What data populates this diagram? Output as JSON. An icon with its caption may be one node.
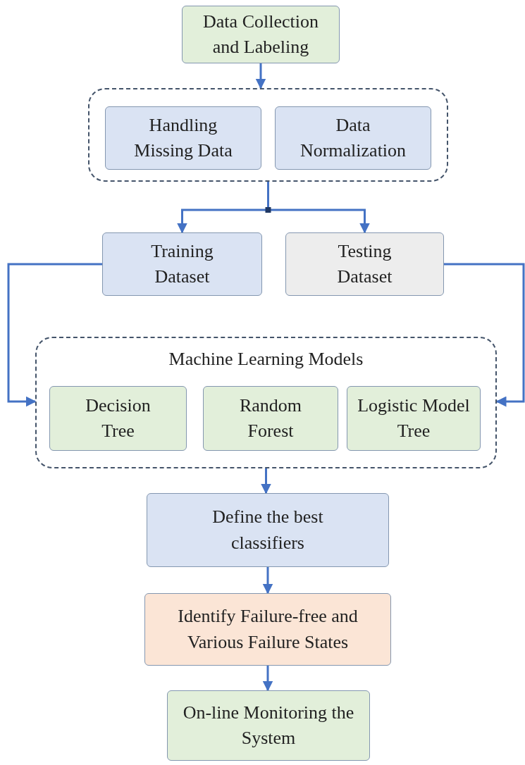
{
  "diagram": {
    "nodes": [
      {
        "text": [
          "Data Collection and Labeling"
        ]
      },
      {
        "text": [],
        "shape": "box"
      },
      {
        "text": [
          "Handling Missing Data"
        ],
        "in": 1
      },
      {
        "text": [
          "Data Normalization"
        ],
        "in": 1
      },
      {
        "text": [
          "Training Dataset"
        ]
      },
      {
        "text": [
          "Testing Dataset"
        ]
      },
      {
        "text": [
          "Machine Learning Models"
        ]
      },
      {
        "text": [
          "Decision Tree"
        ],
        "in": 6
      },
      {
        "text": [
          "Random Forest"
        ],
        "in": 6
      },
      {
        "text": [
          "Logistic Model Tree"
        ],
        "in": 6
      },
      {
        "text": [
          "Define the best classifiers"
        ]
      },
      {
        "text": [
          "Identify Failure-free and Various Failure States"
        ]
      },
      {
        "text": [
          "On-line Monitoring the System"
        ]
      }
    ],
    "edges": [
      {
        "from": 0,
        "to": 1,
        "arrow": "to"
      },
      {
        "from": 1,
        "to": 4,
        "arrow": "to"
      },
      {
        "from": 1,
        "to": 5,
        "arrow": "to"
      },
      {
        "from": 4,
        "to": 6,
        "arrow": "to"
      },
      {
        "from": 5,
        "to": 6,
        "arrow": "to"
      },
      {
        "from": 6,
        "to": 10,
        "arrow": "to"
      },
      {
        "from": 10,
        "to": 11,
        "arrow": "to"
      },
      {
        "from": 11,
        "to": 12,
        "arrow": "to"
      }
    ]
  }
}
